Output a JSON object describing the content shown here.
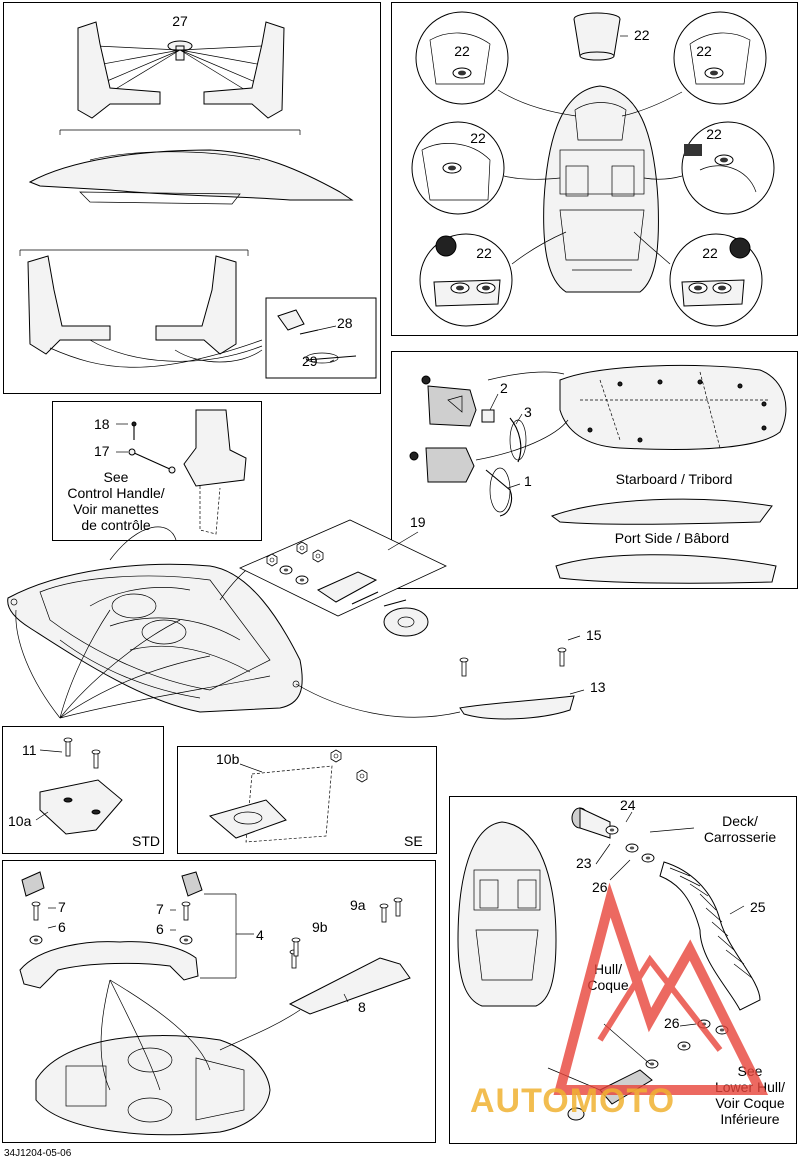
{
  "callouts": {
    "c27": "27",
    "c28": "28",
    "c29": "29",
    "c22": "22",
    "c1": "1",
    "c2": "2",
    "c3": "3",
    "c18": "18",
    "c17": "17",
    "c19": "19",
    "c15": "15",
    "c13": "13",
    "c11": "11",
    "c10a": "10a",
    "c10b": "10b",
    "c24": "24",
    "c23": "23",
    "c26": "26",
    "c25": "25",
    "c7": "7",
    "c6": "6",
    "c4": "4",
    "c9a": "9a",
    "c9b": "9b",
    "c8": "8"
  },
  "notes": {
    "starboard": "Starboard / Tribord",
    "port": "Port Side / Bâbord",
    "see_control_1": "See",
    "see_control_2": "Control Handle/",
    "see_control_3": "Voir manettes",
    "see_control_4": "de contrôle",
    "std": "STD",
    "se": "SE",
    "deck_1": "Deck/",
    "deck_2": "Carrosserie",
    "hull_1": "Hull/",
    "hull_2": "Coque",
    "lower_1": "See",
    "lower_2": "Lower Hull/",
    "lower_3": "Voir Coque",
    "lower_4": "Inférieure"
  },
  "footer": {
    "ref": "34J1204-05-06"
  },
  "watermark": {
    "text": "AUTOMOTO",
    "color": "#f0b232",
    "logo_color": "#e8443a"
  }
}
